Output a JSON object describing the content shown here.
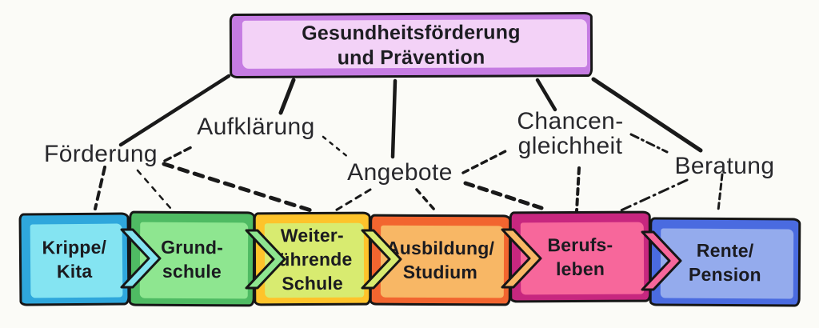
{
  "canvas": {
    "background": "#fbfbf7",
    "line_color": "#1a1a1a"
  },
  "title": {
    "line1": "Gesundheitsförderung",
    "line2": "und Prävention",
    "border_color": "#c57ce2",
    "fill_color": "#f3d2f7"
  },
  "factors": [
    {
      "id": "foerderung",
      "label": "Förderung"
    },
    {
      "id": "aufklaerung",
      "label": "Aufklärung"
    },
    {
      "id": "angebote",
      "label": "Angebote"
    },
    {
      "id": "chancengleichheit",
      "line1": "Chancen-",
      "line2": "gleichheit"
    },
    {
      "id": "beratung",
      "label": "Beratung"
    }
  ],
  "stages": [
    {
      "id": "krippe-kita",
      "line1": "Krippe/",
      "line2": "Kita",
      "line3": "",
      "border_color": "#2fa7dc",
      "fill_color": "#84e4f2"
    },
    {
      "id": "grundschule",
      "line1": "Grund-",
      "line2": "schule",
      "line3": "",
      "border_color": "#4fbb63",
      "fill_color": "#8ee690"
    },
    {
      "id": "weiterfuehrende-schule",
      "line1": "Weiter-",
      "line2": "führende",
      "line3": "Schule",
      "border_color": "#fec32b",
      "fill_color": "#d8eb70"
    },
    {
      "id": "ausbildung-studium",
      "line1": "Ausbildung/",
      "line2": "Studium",
      "line3": "",
      "border_color": "#f2652f",
      "fill_color": "#f8b765"
    },
    {
      "id": "berufsleben",
      "line1": "Berufs-",
      "line2": "leben",
      "line3": "",
      "border_color": "#c7277f",
      "fill_color": "#f7679b"
    },
    {
      "id": "rente-pension",
      "line1": "Rente/",
      "line2": "Pension",
      "line3": "",
      "border_color": "#4a6be0",
      "fill_color": "#94abed"
    }
  ]
}
